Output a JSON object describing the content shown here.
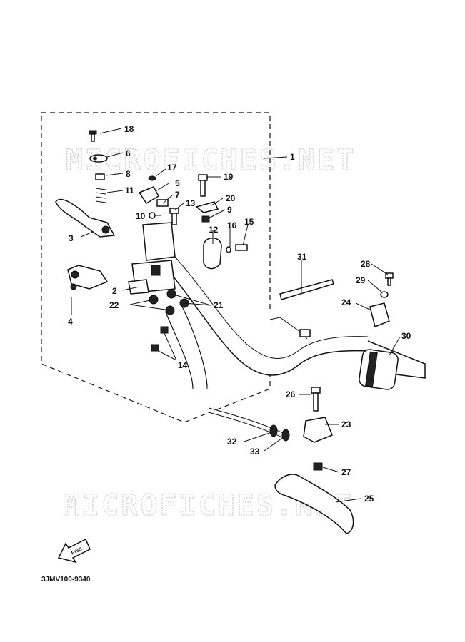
{
  "watermarks": [
    "MICROFICHES.NET",
    "MICROFICHES.NET"
  ],
  "drawing_code": "3JMV100-9340",
  "fwd_label": "FWD",
  "callouts": [
    "1",
    "2",
    "3",
    "4",
    "5",
    "6",
    "7",
    "8",
    "9",
    "10",
    "11",
    "12",
    "13",
    "14",
    "15",
    "16",
    "17",
    "18",
    "19",
    "20",
    "21",
    "22",
    "23",
    "24",
    "25",
    "26",
    "27",
    "28",
    "29",
    "30",
    "31",
    "32",
    "33"
  ]
}
